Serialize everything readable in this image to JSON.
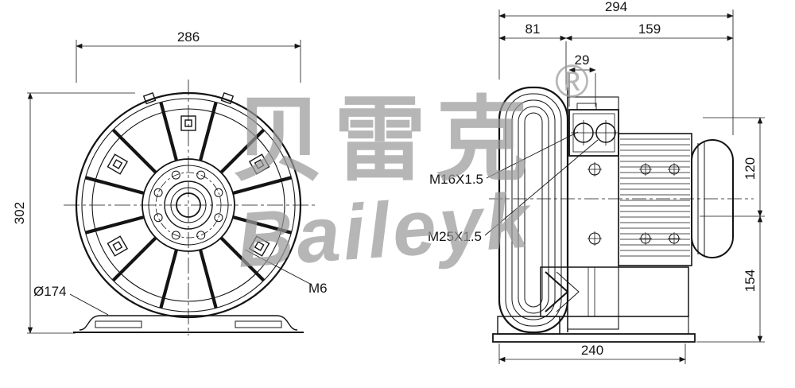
{
  "watermark": {
    "brand_cn": "贝雷克",
    "brand_en": "Baileyk",
    "registered_mark": "®"
  },
  "front_view": {
    "dim_width": "286",
    "dim_height": "302",
    "dim_diameter": "Ø174",
    "dim_thread": "M6"
  },
  "side_view": {
    "dim_overall_width": "294",
    "dim_housing_width": "81",
    "dim_motor_length": "159",
    "dim_gland_spacing": "29",
    "dim_upper_height": "120",
    "dim_lower_height": "154",
    "dim_base_width": "240",
    "label_cable_gland_small": "M16X1.5",
    "label_cable_gland_large": "M25X1.5"
  },
  "colors": {
    "line": "#141414",
    "watermark": "#9a9a9a",
    "background": "#ffffff"
  }
}
